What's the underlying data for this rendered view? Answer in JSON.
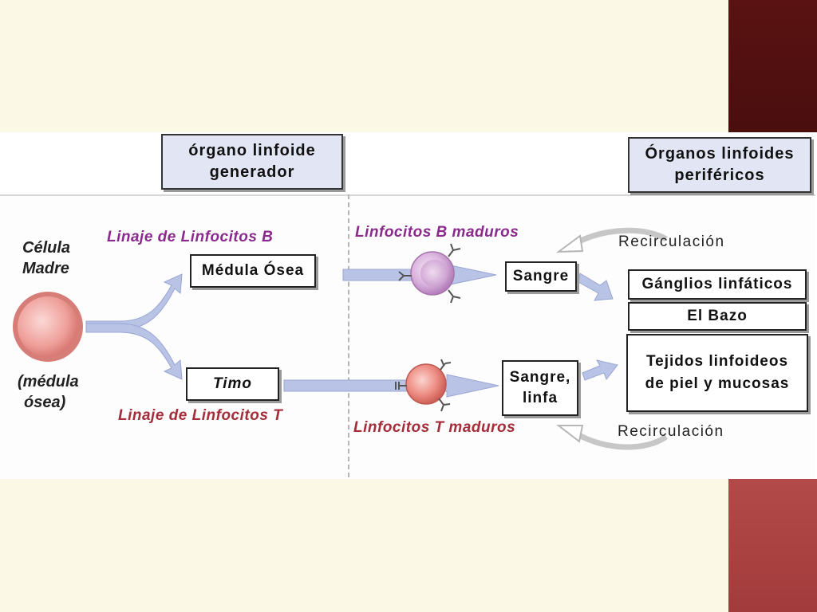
{
  "colors": {
    "accent_dark_red": "#4a0e0e",
    "accent_red": "#a23b3b",
    "b_lineage": "#8a2a8c",
    "t_lineage": "#a42d3a",
    "arrow_fill": "#b9c3e6",
    "header_box": "#e2e6f4",
    "slide_bg": "#fbf9e6"
  },
  "headers": {
    "generator": [
      "órgano linfoide",
      "generador"
    ],
    "peripheral": [
      "Órganos linfoides",
      "periféricos"
    ]
  },
  "stem_cell": {
    "label": [
      "Célula",
      "Madre"
    ],
    "location": [
      "(médula",
      "ósea)"
    ]
  },
  "lineages": {
    "b": "Linaje de Linfocitos B",
    "t": "Linaje de Linfocitos T"
  },
  "organs": {
    "bone_marrow": "Médula Ósea",
    "thymus": "Timo"
  },
  "mature": {
    "b": "Linfocitos B maduros",
    "t": "Linfocitos T maduros"
  },
  "transport": {
    "blood": "Sangre",
    "blood_lymph": [
      "Sangre,",
      "linfa"
    ]
  },
  "peripheral_organs": {
    "lymph_nodes": "Gánglios linfáticos",
    "spleen": "El Bazo",
    "tissues": [
      "Tejidos linfoideos",
      "de piel y mucosas"
    ]
  },
  "recirculation": {
    "top": "Recirculación",
    "bottom": "Recirculación"
  },
  "icons": [
    "stem-cell-icon",
    "b-lymphocyte-icon",
    "t-lymphocyte-icon",
    "antibody-receptor-icon",
    "flow-arrow-icon",
    "recirculation-arrow-icon"
  ]
}
